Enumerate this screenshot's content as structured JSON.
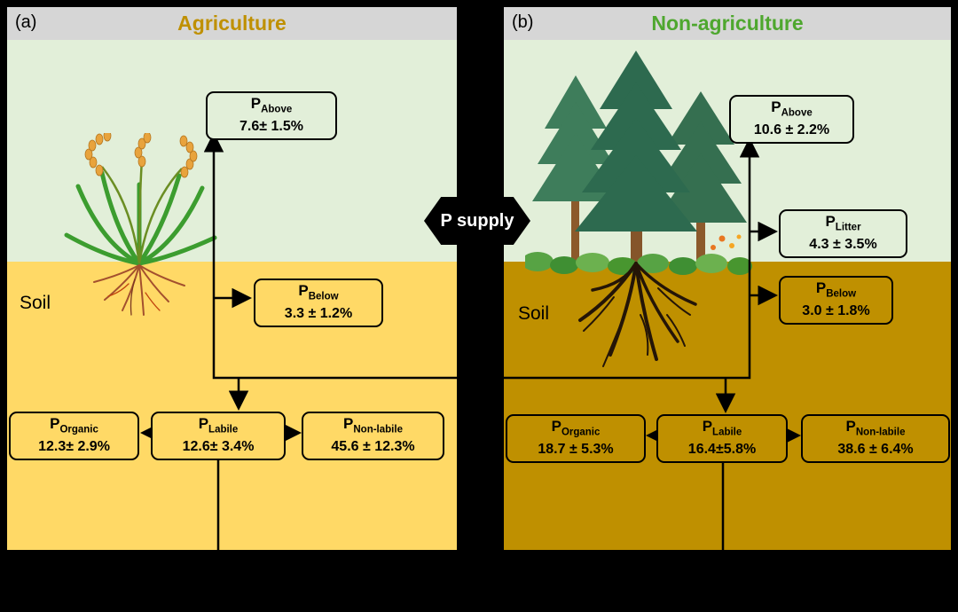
{
  "figure": {
    "p_supply_label": "P supply"
  },
  "panel_a": {
    "tag": "(a)",
    "title": "Agriculture",
    "soil_label": "Soil",
    "boxes": {
      "above": {
        "symbol": "P",
        "sub": "Above",
        "value": "7.6± 1.5%"
      },
      "below": {
        "symbol": "P",
        "sub": "Below",
        "value": "3.3 ± 1.2%"
      },
      "organic": {
        "symbol": "P",
        "sub": "Organic",
        "value": "12.3± 2.9%"
      },
      "labile": {
        "symbol": "P",
        "sub": "Labile",
        "value": "12.6± 3.4%"
      },
      "non_labile": {
        "symbol": "P",
        "sub": "Non-labile",
        "value": "45.6 ± 12.3%"
      }
    }
  },
  "panel_b": {
    "tag": "(b)",
    "title": "Non-agriculture",
    "soil_label": "Soil",
    "boxes": {
      "above": {
        "symbol": "P",
        "sub": "Above",
        "value": "10.6 ± 2.2%"
      },
      "litter": {
        "symbol": "P",
        "sub": "Litter",
        "value": "4.3 ± 3.5%"
      },
      "below": {
        "symbol": "P",
        "sub": "Below",
        "value": "3.0 ± 1.8%"
      },
      "organic": {
        "symbol": "P",
        "sub": "Organic",
        "value": "18.7 ± 5.3%"
      },
      "labile": {
        "symbol": "P",
        "sub": "Labile",
        "value": "16.4±5.8%"
      },
      "non_labile": {
        "symbol": "P",
        "sub": "Non-labile",
        "value": "38.6 ± 6.4%"
      }
    }
  },
  "colors": {
    "agriculture_title": "#BF9000",
    "non_agriculture_title": "#4EA72E",
    "sky_green": "#E2EFD9",
    "soil_agriculture": "#FFD966",
    "soil_non_agriculture": "#BF9000",
    "header_gray": "#D6D6D6"
  }
}
